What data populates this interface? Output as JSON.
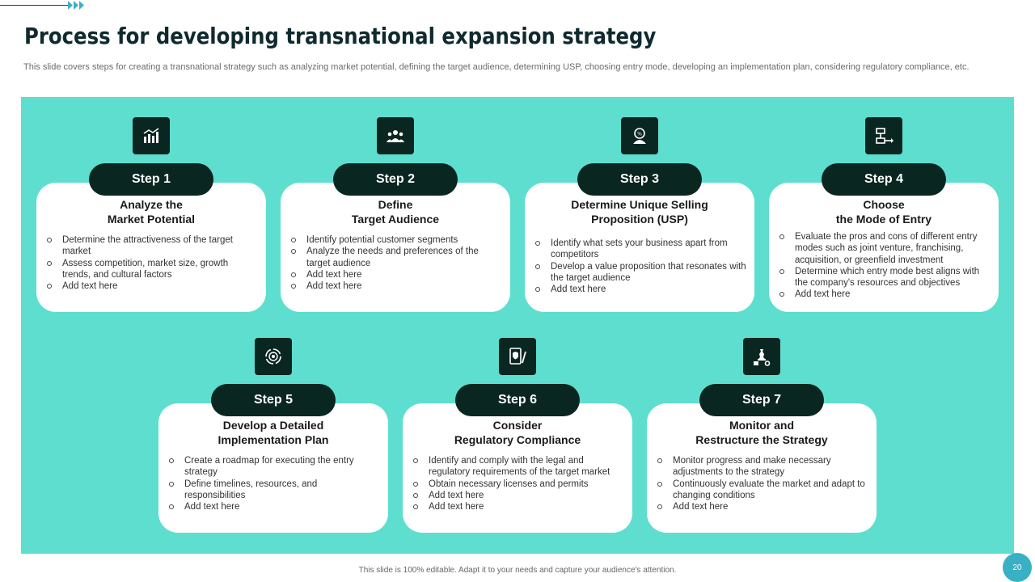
{
  "colors": {
    "panel": "#5edecf",
    "dark": "#0a2620",
    "accent": "#39b1c4"
  },
  "title": "Process for developing transnational expansion strategy",
  "subtitle": "This slide covers steps for creating a transnational strategy such as analyzing market potential, defining the target audience, determining USP, choosing entry mode, developing an implementation plan, considering regulatory compliance, etc.",
  "steps": [
    {
      "label": "Step 1",
      "title": "Analyze the\nMarket Potential",
      "icon": "bar-chart-icon",
      "bullets": [
        "Determine the attractiveness of the target market",
        "Assess competition, market size, growth trends, and cultural factors",
        "Add text here"
      ]
    },
    {
      "label": "Step 2",
      "title": "Define\nTarget Audience",
      "icon": "audience-group-icon",
      "bullets": [
        "Identify potential customer segments",
        "Analyze  the needs and preferences of the target audience",
        "Add text here",
        "Add text here"
      ]
    },
    {
      "label": "Step 3",
      "title": "Determine Unique Selling\nProposition (USP)",
      "icon": "idea-head-icon",
      "bullets": [
        "Identify what sets your business apart from competitors",
        "Develop a value proposition that resonates with the target audience",
        "Add text here"
      ]
    },
    {
      "label": "Step 4",
      "title": "Choose\nthe Mode of Entry",
      "icon": "entry-flow-icon",
      "bullets": [
        "Evaluate the pros and cons of different entry modes such as joint venture, franchising, acquisition, or greenfield investment",
        "Determine which entry mode best aligns with the company's resources and objectives",
        "Add text here"
      ]
    },
    {
      "label": "Step 5",
      "title": "Develop a Detailed\nImplementation Plan",
      "icon": "target-cycle-icon",
      "bullets": [
        "Create a roadmap for executing the entry strategy",
        "Define timelines, resources, and responsibilities",
        "Add text here"
      ]
    },
    {
      "label": "Step 6",
      "title": "Consider\nRegulatory Compliance",
      "icon": "compliance-shield-icon",
      "bullets": [
        "Identify and comply with the legal and regulatory requirements of the target market",
        "Obtain necessary licenses and permits",
        "Add text here",
        "Add text here"
      ]
    },
    {
      "label": "Step 7",
      "title": "Monitor and\nRestructure the Strategy",
      "icon": "strategy-chess-icon",
      "bullets": [
        "Monitor progress and make necessary adjustments to the strategy",
        "Continuously evaluate the market and adapt to changing conditions",
        "Add text here"
      ]
    }
  ],
  "footer": "This slide is 100% editable.  Adapt it to your needs and capture your audience's attention.",
  "page_number": "20"
}
